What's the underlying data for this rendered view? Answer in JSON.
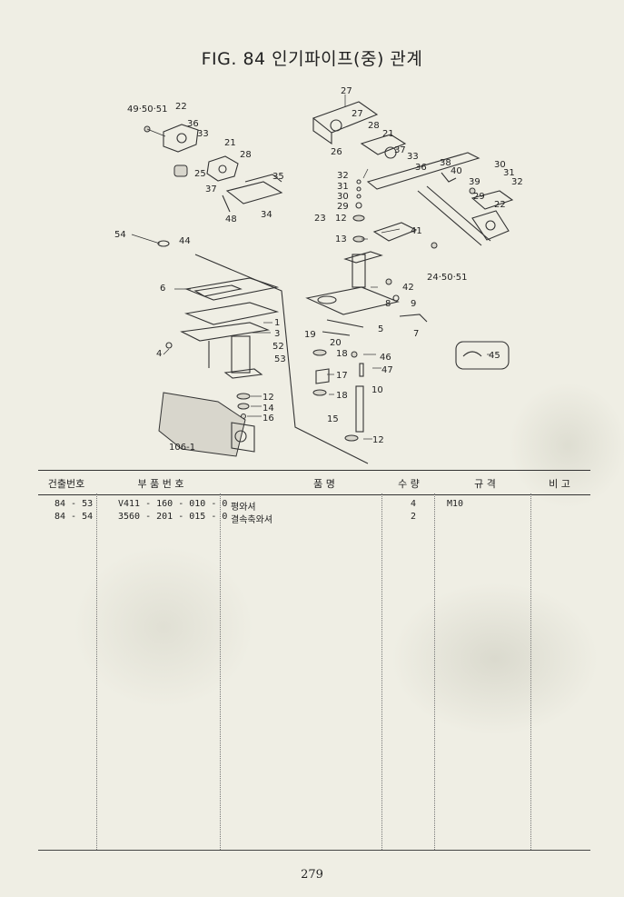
{
  "title": "FIG. 84 인기파이프(중) 관계",
  "figure": {
    "labels": [
      "49·50·51",
      "22",
      "36",
      "33",
      "25",
      "37",
      "21",
      "28",
      "35",
      "34",
      "48",
      "27",
      "27",
      "26",
      "28",
      "21",
      "37",
      "33",
      "36",
      "38",
      "40",
      "39",
      "30",
      "31",
      "32",
      "29",
      "22",
      "32",
      "31",
      "30",
      "29",
      "12",
      "23",
      "13",
      "41",
      "24·50·51",
      "54",
      "44",
      "6",
      "42",
      "8",
      "9",
      "7",
      "5",
      "19",
      "20",
      "1",
      "3",
      "52",
      "53",
      "4",
      "18",
      "46",
      "47",
      "17",
      "18",
      "10",
      "12",
      "14",
      "16",
      "106-1",
      "15",
      "12",
      "45"
    ]
  },
  "table": {
    "headers": [
      "건출번호",
      "부 품 번 호",
      "품 명",
      "수 량",
      "규 격",
      "비 고"
    ],
    "rows": [
      {
        "ref": "84 - 53",
        "part": "V411 - 160 - 010 - 0",
        "name": "평와셔",
        "qty": "4",
        "spec": "M10",
        "note": ""
      },
      {
        "ref": "84 - 54",
        "part": "3560 - 201 - 015 - 0",
        "name": "결속축와셔",
        "qty": "2",
        "spec": "",
        "note": ""
      }
    ]
  },
  "page_number": "279"
}
